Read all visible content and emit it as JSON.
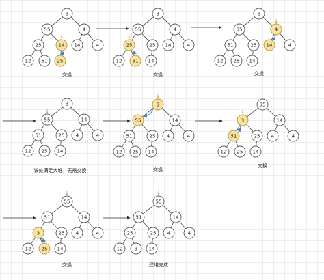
{
  "colors": {
    "highlight": "#f8e3a3",
    "swap_arrow": "#3a7bd5",
    "marker": "#e07a1f"
  },
  "marker_glyph": "↓",
  "panels": [
    {
      "id": "p1",
      "caption": "交换",
      "nodes": [
        {
          "id": "a",
          "label": "3"
        },
        {
          "id": "b",
          "label": "55"
        },
        {
          "id": "c",
          "label": "4"
        },
        {
          "id": "d",
          "label": "25"
        },
        {
          "id": "e",
          "label": "14",
          "highlight": true
        },
        {
          "id": "f",
          "label": "14"
        },
        {
          "id": "g",
          "label": "4"
        },
        {
          "id": "h",
          "label": "12"
        },
        {
          "id": "i",
          "label": "51"
        },
        {
          "id": "j",
          "label": "25",
          "highlight": true
        }
      ],
      "marker_on": "e",
      "swap": [
        "e",
        "j"
      ]
    },
    {
      "id": "p2",
      "caption": "交换",
      "nodes": [
        {
          "id": "a",
          "label": "3"
        },
        {
          "id": "b",
          "label": "55"
        },
        {
          "id": "c",
          "label": "4"
        },
        {
          "id": "d",
          "label": "25",
          "highlight": true
        },
        {
          "id": "e",
          "label": "25"
        },
        {
          "id": "f",
          "label": "14"
        },
        {
          "id": "g",
          "label": "4"
        },
        {
          "id": "h",
          "label": "12"
        },
        {
          "id": "i",
          "label": "51",
          "highlight": true
        },
        {
          "id": "j",
          "label": "14"
        }
      ],
      "marker_on": "d",
      "swap": [
        "d",
        "i"
      ]
    },
    {
      "id": "p3",
      "caption": "交换",
      "nodes": [
        {
          "id": "a",
          "label": "3"
        },
        {
          "id": "b",
          "label": "55"
        },
        {
          "id": "c",
          "label": "4",
          "highlight": true
        },
        {
          "id": "d",
          "label": "51"
        },
        {
          "id": "e",
          "label": "25"
        },
        {
          "id": "f",
          "label": "14",
          "highlight": true
        },
        {
          "id": "g",
          "label": "4"
        },
        {
          "id": "h",
          "label": "12"
        },
        {
          "id": "i",
          "label": "25"
        },
        {
          "id": "j",
          "label": "14"
        }
      ],
      "marker_on": "c",
      "swap": [
        "c",
        "f"
      ]
    },
    {
      "id": "p4",
      "caption": "该处满足大堆，无需交换",
      "nodes": [
        {
          "id": "a",
          "label": "3"
        },
        {
          "id": "b",
          "label": "55"
        },
        {
          "id": "c",
          "label": "14"
        },
        {
          "id": "d",
          "label": "51"
        },
        {
          "id": "e",
          "label": "25"
        },
        {
          "id": "f",
          "label": "4"
        },
        {
          "id": "g",
          "label": "4"
        },
        {
          "id": "h",
          "label": "12"
        },
        {
          "id": "i",
          "label": "25"
        },
        {
          "id": "j",
          "label": "14"
        }
      ],
      "marker_on": "b",
      "swap": null
    },
    {
      "id": "p5",
      "caption": "交换",
      "nodes": [
        {
          "id": "a",
          "label": "3",
          "highlight": true
        },
        {
          "id": "b",
          "label": "55",
          "highlight": true
        },
        {
          "id": "c",
          "label": "14"
        },
        {
          "id": "d",
          "label": "51"
        },
        {
          "id": "e",
          "label": "25"
        },
        {
          "id": "f",
          "label": "4"
        },
        {
          "id": "g",
          "label": "4"
        },
        {
          "id": "h",
          "label": "12"
        },
        {
          "id": "i",
          "label": "25"
        },
        {
          "id": "j",
          "label": "14"
        }
      ],
      "marker_on": "a",
      "swap": [
        "a",
        "b"
      ]
    },
    {
      "id": "p6",
      "caption": "交换",
      "nodes": [
        {
          "id": "a",
          "label": "55"
        },
        {
          "id": "b",
          "label": "3",
          "highlight": true
        },
        {
          "id": "c",
          "label": "14"
        },
        {
          "id": "d",
          "label": "51",
          "highlight": true
        },
        {
          "id": "e",
          "label": "25"
        },
        {
          "id": "f",
          "label": "4"
        },
        {
          "id": "g",
          "label": "4"
        },
        {
          "id": "h",
          "label": "12"
        },
        {
          "id": "i",
          "label": "25"
        },
        {
          "id": "j",
          "label": "14"
        }
      ],
      "marker_on": "b",
      "swap": [
        "b",
        "d"
      ]
    },
    {
      "id": "p7",
      "caption": "交换",
      "nodes": [
        {
          "id": "a",
          "label": "55"
        },
        {
          "id": "b",
          "label": "51"
        },
        {
          "id": "c",
          "label": "14"
        },
        {
          "id": "d",
          "label": "3",
          "highlight": true
        },
        {
          "id": "e",
          "label": "25"
        },
        {
          "id": "f",
          "label": "4"
        },
        {
          "id": "g",
          "label": "4"
        },
        {
          "id": "h",
          "label": "12"
        },
        {
          "id": "i",
          "label": "25",
          "highlight": true
        },
        {
          "id": "j",
          "label": "14"
        }
      ],
      "marker_on": "a",
      "swap": [
        "d",
        "i"
      ]
    },
    {
      "id": "p8",
      "caption": "建堆完成",
      "nodes": [
        {
          "id": "a",
          "label": "55"
        },
        {
          "id": "b",
          "label": "51"
        },
        {
          "id": "c",
          "label": "14"
        },
        {
          "id": "d",
          "label": "25"
        },
        {
          "id": "e",
          "label": "25"
        },
        {
          "id": "f",
          "label": "4"
        },
        {
          "id": "g",
          "label": "4"
        },
        {
          "id": "h",
          "label": "12"
        },
        {
          "id": "i",
          "label": "3"
        },
        {
          "id": "j",
          "label": "14"
        }
      ],
      "marker_on": "a",
      "swap": null
    }
  ]
}
